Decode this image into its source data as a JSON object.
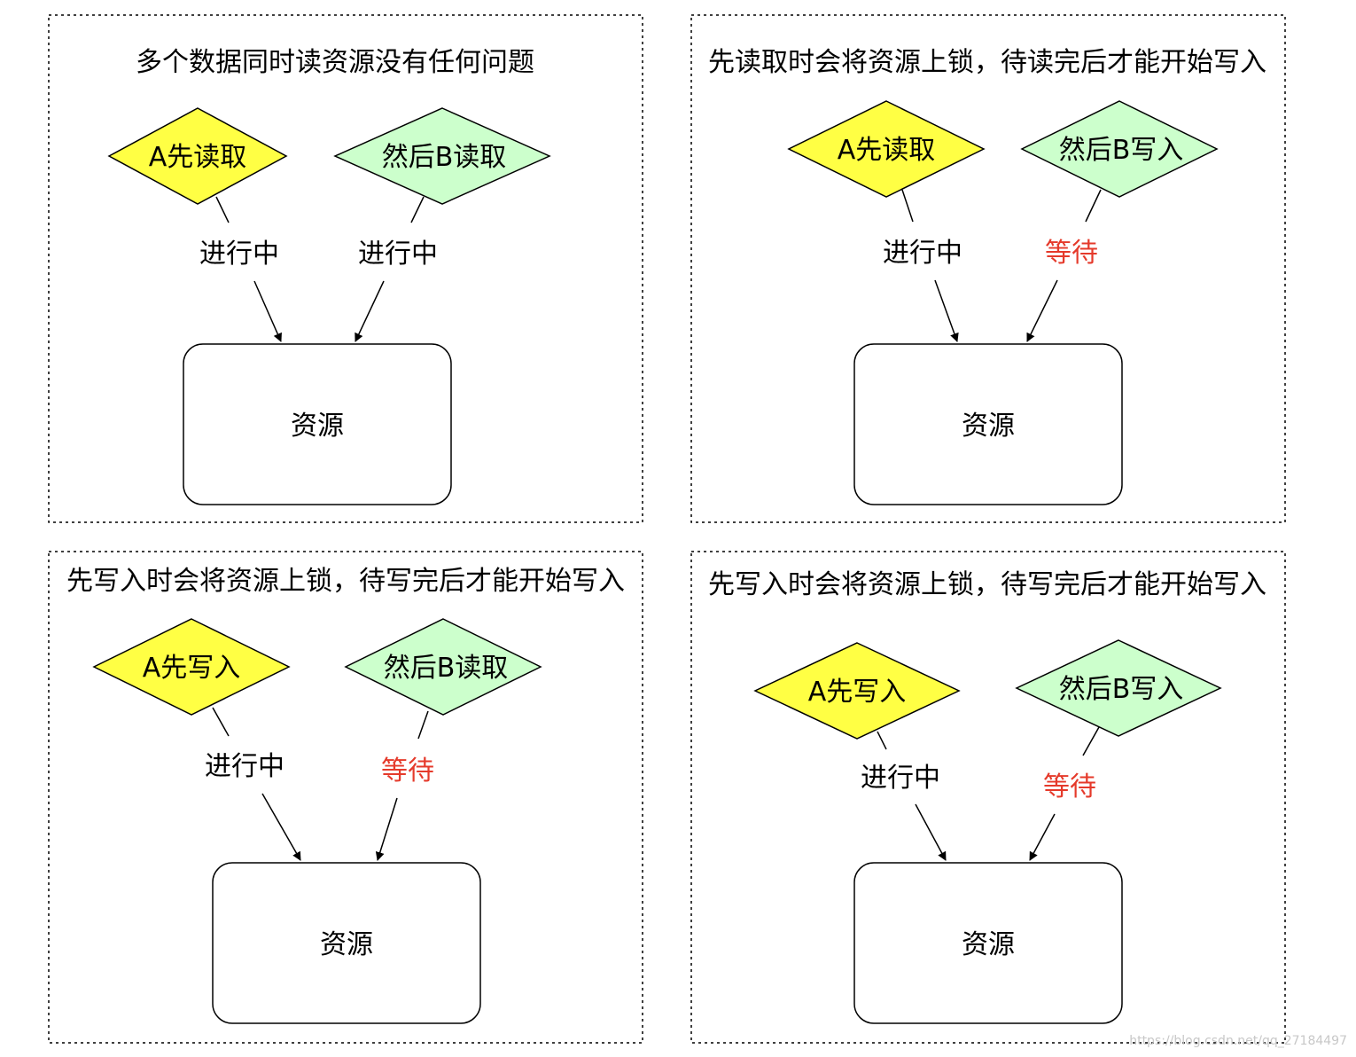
{
  "colors": {
    "reader_fill": "#ffff44",
    "writer_fill": "#ccffcc",
    "waiting_text": "#e53a2b",
    "running_text": "#000000",
    "border": "#000000"
  },
  "panels": [
    {
      "title": "多个数据同时读资源没有任何问题",
      "first": {
        "label": "A先读取",
        "state": "进行中",
        "waiting": false
      },
      "second": {
        "label": "然后B读取",
        "state": "进行中",
        "waiting": false
      },
      "resource": "资源"
    },
    {
      "title": "先读取时会将资源上锁，待读完后才能开始写入",
      "first": {
        "label": "A先读取",
        "state": "进行中",
        "waiting": false
      },
      "second": {
        "label": "然后B写入",
        "state": "等待",
        "waiting": true
      },
      "resource": "资源"
    },
    {
      "title": "先写入时会将资源上锁，待写完后才能开始写入",
      "first": {
        "label": "A先写入",
        "state": "进行中",
        "waiting": false
      },
      "second": {
        "label": "然后B读取",
        "state": "等待",
        "waiting": true
      },
      "resource": "资源"
    },
    {
      "title": "先写入时会将资源上锁，待写完后才能开始写入",
      "first": {
        "label": "A先写入",
        "state": "进行中",
        "waiting": false
      },
      "second": {
        "label": "然后B写入",
        "state": "等待",
        "waiting": true
      },
      "resource": "资源"
    }
  ],
  "watermark": "https://blog.csdn.net/qq_27184497"
}
